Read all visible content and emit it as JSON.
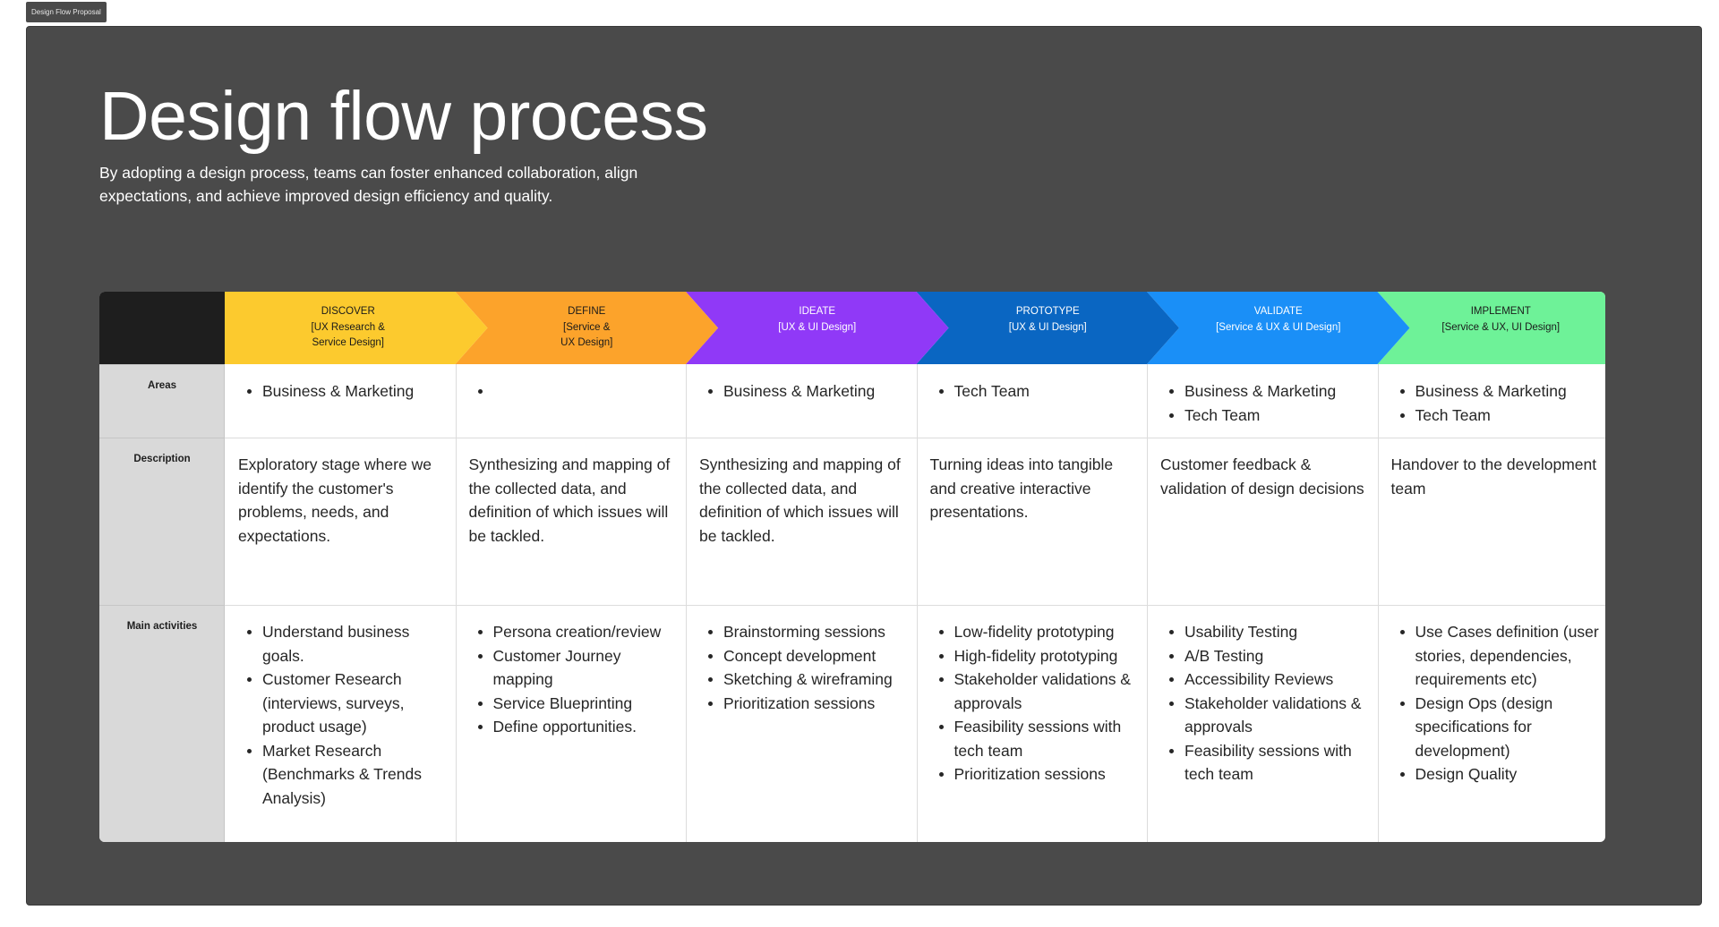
{
  "frame": {
    "tag": "Design Flow Proposal"
  },
  "header": {
    "title": "Design flow process",
    "subtitle": "By adopting a design process, teams can foster enhanced collaboration, align expectations, and achieve improved design efficiency and quality."
  },
  "rows": {
    "areas": "Areas",
    "description": "Description",
    "activities": "Main activities"
  },
  "stages": [
    {
      "label": "DISCOVER\n[UX Research &\nService Design]",
      "color": "#fcca2e",
      "areas": [
        "Business & Marketing"
      ],
      "description": "Exploratory stage where we identify the customer's problems, needs, and expectations.",
      "activities": [
        "Understand business goals.",
        "Customer Research (interviews, surveys, product usage)",
        "Market Research (Benchmarks & Trends Analysis)"
      ]
    },
    {
      "label": "DEFINE\n[Service &\nUX Design]",
      "color": "#fca32b",
      "areas": [
        ""
      ],
      "description": "Synthesizing and mapping of the collected data, and definition of which issues will be tackled.",
      "activities": [
        "Persona creation/review",
        "Customer Journey mapping",
        "Service Blueprinting",
        "Define opportunities."
      ]
    },
    {
      "label": "IDEATE\n[UX & UI Design]",
      "color": "#9039f7",
      "areas": [
        "Business & Marketing"
      ],
      "description": "Synthesizing and mapping of the collected data, and definition of which issues will be tackled.",
      "activities": [
        "Brainstorming sessions",
        "Concept development",
        "Sketching & wireframing",
        "Prioritization sessions"
      ]
    },
    {
      "label": "PROTOTYPE\n[UX & UI Design]",
      "color": "#0a66c2",
      "areas": [
        "Tech Team"
      ],
      "description": "Turning ideas into tangible and creative interactive presentations.",
      "activities": [
        "Low-fidelity prototyping",
        "High-fidelity prototyping",
        "Stakeholder validations & approvals",
        "Feasibility sessions with tech team",
        "Prioritization sessions"
      ]
    },
    {
      "label": "VALIDATE\n[Service & UX & UI Design]",
      "color": "#1a8ff7",
      "areas": [
        "Business & Marketing",
        "Tech Team"
      ],
      "description": "Customer feedback & validation of design decisions",
      "activities": [
        "Usability Testing",
        "A/B Testing",
        "Accessibility Reviews",
        "Stakeholder validations & approvals",
        "Feasibility sessions with tech team"
      ]
    },
    {
      "label": "IMPLEMENT\n[Service & UX, UI Design]",
      "color": "#6ef298",
      "areas": [
        "Business & Marketing",
        "Tech Team"
      ],
      "description": "Handover to the development team",
      "activities": [
        "Use Cases definition (user stories, dependencies, requirements etc)",
        "Design Ops (design specifications for development)",
        "Design Quality"
      ]
    }
  ]
}
